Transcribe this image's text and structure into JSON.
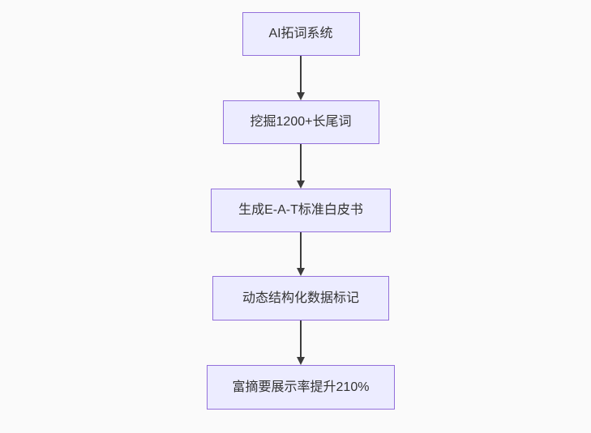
{
  "page": {
    "background_color": "#fafafa"
  },
  "flowchart": {
    "type": "flowchart",
    "direction": "top-down",
    "node_fill": "#ececff",
    "node_border_color": "#9370db",
    "arrow_color": "#3b3b3b",
    "text_color": "#333333",
    "nodes": [
      {
        "id": "n1",
        "label": "AI拓词系统"
      },
      {
        "id": "n2",
        "label": "挖掘1200+长尾词"
      },
      {
        "id": "n3",
        "label": "生成E-A-T标准白皮书"
      },
      {
        "id": "n4",
        "label": "动态结构化数据标记"
      },
      {
        "id": "n5",
        "label": "富摘要展示率提升210%"
      }
    ],
    "edges": [
      {
        "from": "n1",
        "to": "n2"
      },
      {
        "from": "n2",
        "to": "n3"
      },
      {
        "from": "n3",
        "to": "n4"
      },
      {
        "from": "n4",
        "to": "n5"
      }
    ]
  }
}
